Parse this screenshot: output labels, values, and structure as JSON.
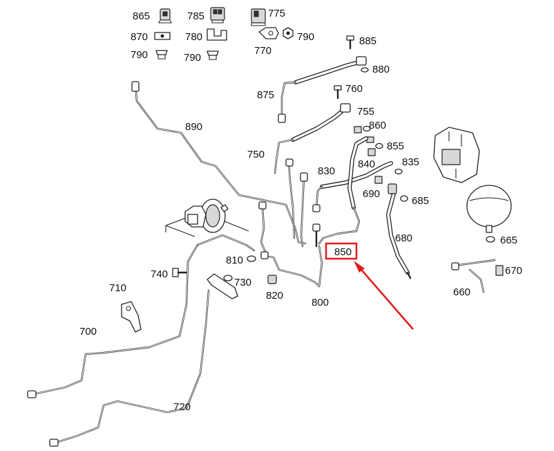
{
  "labels": {
    "p865": "865",
    "p785": "785",
    "p775": "775",
    "p870": "870",
    "p780": "780",
    "p790a": "790",
    "p790b": "790",
    "p790c": "790",
    "p770": "770",
    "p885": "885",
    "p880": "880",
    "p875": "875",
    "p760": "760",
    "p755": "755",
    "p860": "860",
    "p890": "890",
    "p855": "855",
    "p750": "750",
    "p840": "840",
    "p835": "835",
    "p830": "830",
    "p690": "690",
    "p685": "685",
    "p680": "680",
    "p665": "665",
    "p850": "850",
    "p810": "810",
    "p740": "740",
    "p730": "730",
    "p670": "670",
    "p820": "820",
    "p710": "710",
    "p660": "660",
    "p800": "800",
    "p700": "700",
    "p720": "720"
  },
  "highlight": {
    "part": "850",
    "box_color": "#e01b1b",
    "arrow_color": "#e01b1b"
  }
}
